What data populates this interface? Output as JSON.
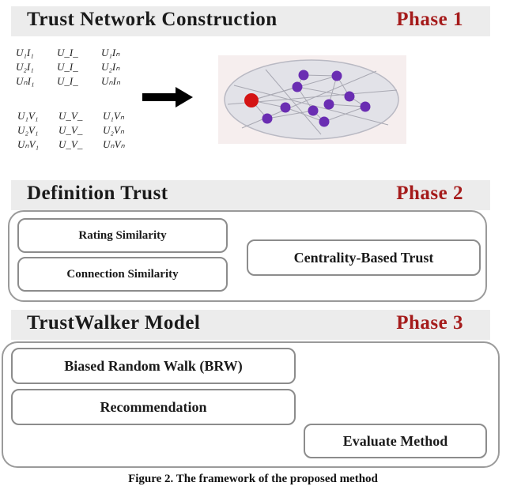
{
  "phase1": {
    "title": "Trust Network Construction",
    "tag": "Phase 1",
    "item_matrix": [
      [
        "U₁I₁",
        "U_I_",
        "U₁Iₙ"
      ],
      [
        "U₂I₁",
        "U_I_",
        "U₂Iₙ"
      ],
      [
        "UₙI₁",
        "U_I_",
        "UₙIₙ"
      ]
    ],
    "v_matrix": [
      [
        "U₁V₁",
        "U_V_",
        "U₁Vₙ"
      ],
      [
        "U₂V₁",
        "U_V_",
        "U₂Vₙ"
      ],
      [
        "UₙV₁",
        "U_V_",
        "UₙVₙ"
      ]
    ]
  },
  "phase2": {
    "title": "Definition Trust",
    "tag": "Phase 2",
    "rating_similarity": "Rating Similarity",
    "connection_similarity": "Connection Similarity",
    "centrality_trust": "Centrality-Based Trust"
  },
  "phase3": {
    "title": "TrustWalker Model",
    "tag": "Phase 3",
    "brw": "Biased Random Walk (BRW)",
    "recommendation": "Recommendation",
    "evaluate": "Evaluate Method"
  },
  "caption": "Figure 2. The framework of the proposed method",
  "colors": {
    "phase_tag": "#a51b1b",
    "node_purple": "#6a2db2",
    "node_red": "#d41414"
  }
}
